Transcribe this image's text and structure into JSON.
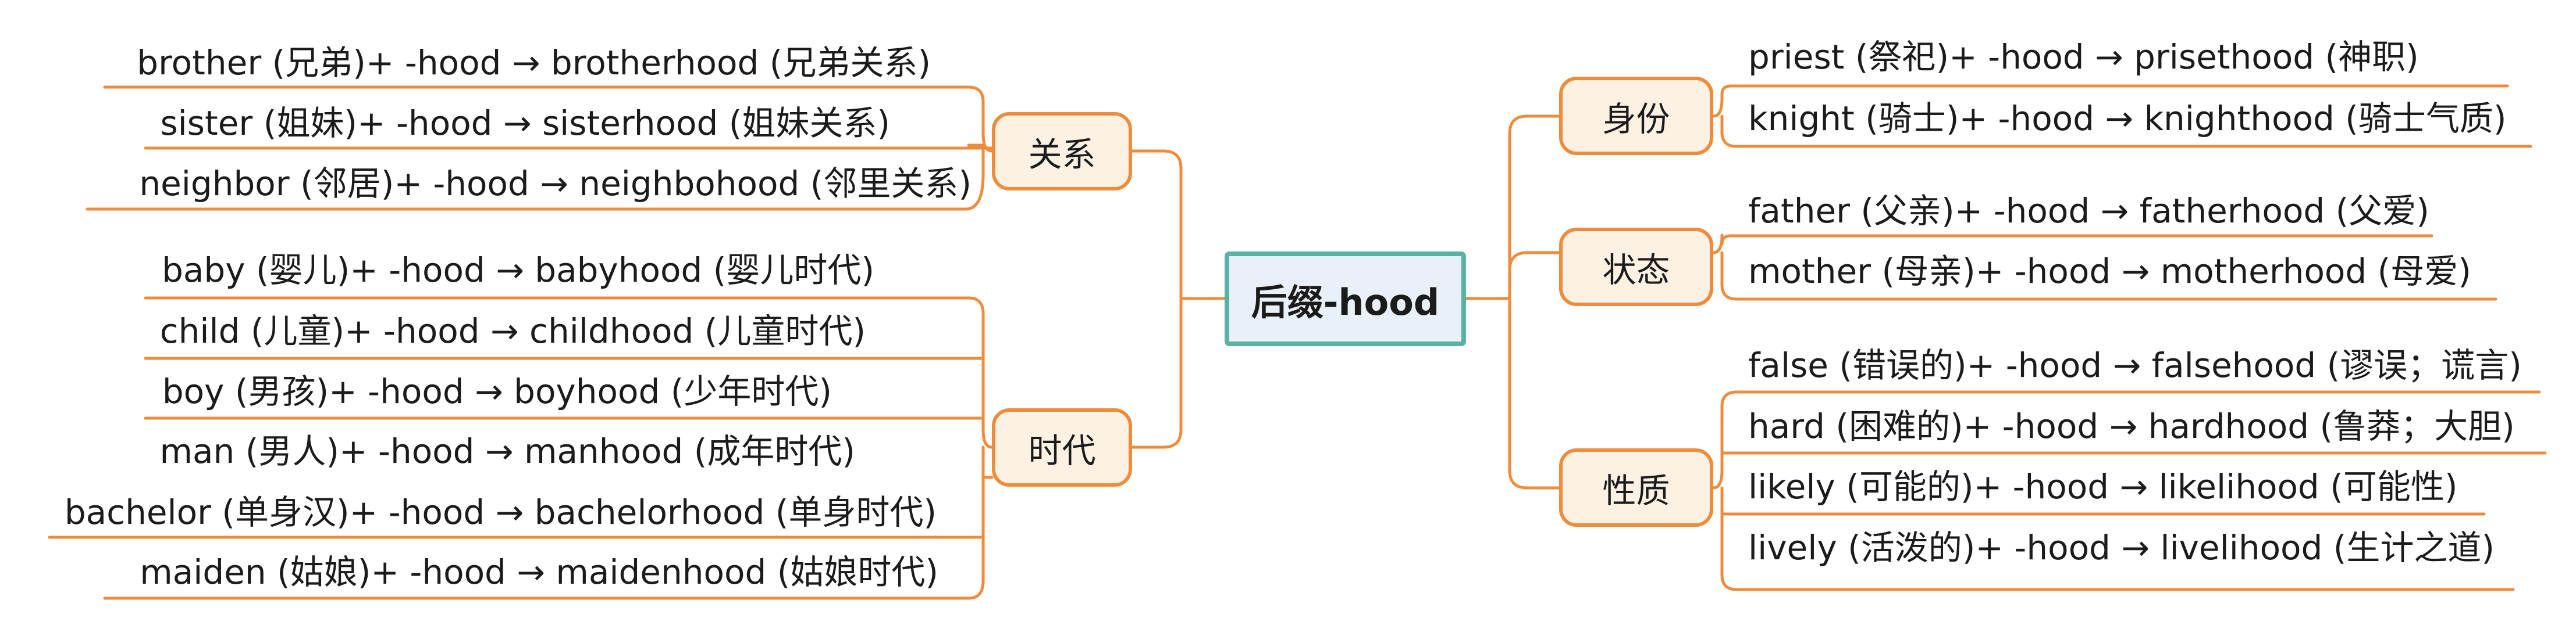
{
  "root": {
    "label": "后缀-hood"
  },
  "colors": {
    "line": "#ee8c3b",
    "branch_fill": "#fdf1e4",
    "root_border": "#59b2a4",
    "root_fill": "#e9f0f7"
  },
  "branches": {
    "relation": {
      "label": "关系",
      "items": [
        "brother (兄弟)+ -hood → brotherhood (兄弟关系)",
        "sister (姐妹)+ -hood → sisterhood (姐妹关系)",
        "neighbor (邻居)+ -hood → neighbohood (邻里关系)"
      ]
    },
    "era": {
      "label": "时代",
      "items": [
        "baby (婴儿)+ -hood → babyhood (婴儿时代)",
        "child (儿童)+ -hood → childhood (儿童时代)",
        "boy (男孩)+ -hood → boyhood (少年时代)",
        "man (男人)+ -hood → manhood (成年时代)",
        "bachelor (单身汉)+ -hood → bachelorhood (单身时代)",
        "maiden (姑娘)+ -hood → maidenhood (姑娘时代)"
      ]
    },
    "identity": {
      "label": "身份",
      "items": [
        "priest (祭祀)+ -hood → prisethood (神职)",
        "knight (骑士)+ -hood → knighthood (骑士气质)"
      ]
    },
    "state": {
      "label": "状态",
      "items": [
        "father (父亲)+ -hood → fatherhood (父爱)",
        "mother (母亲)+ -hood → motherhood (母爱)"
      ]
    },
    "nature": {
      "label": "性质",
      "items": [
        "false (错误的)+ -hood → falsehood (谬误；谎言)",
        "hard (困难的)+ -hood → hardhood (鲁莽；大胆)",
        "likely (可能的)+ -hood → likelihood (可能性)",
        "lively (活泼的)+ -hood → livelihood (生计之道)"
      ]
    }
  }
}
